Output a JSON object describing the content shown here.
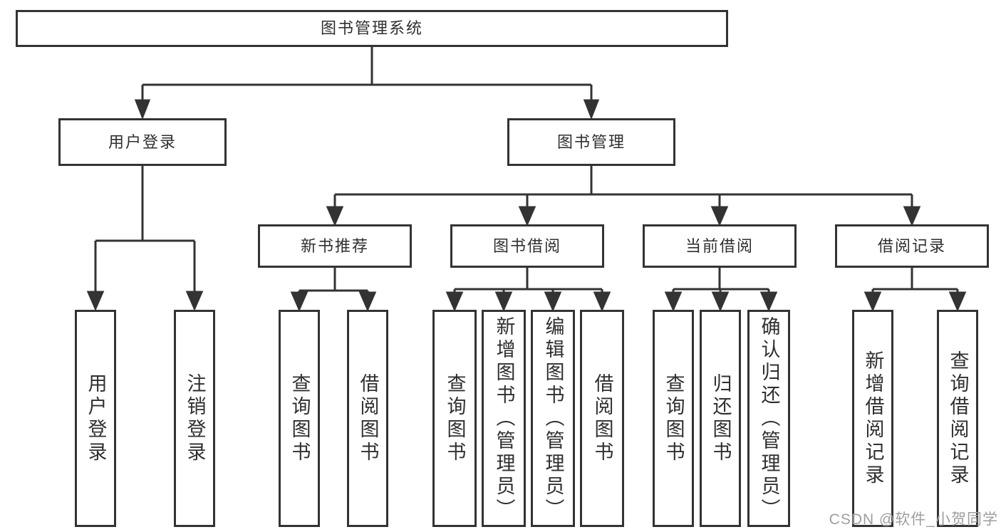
{
  "colors": {
    "box_border": "#333333",
    "box_fill": "#ffffff",
    "line": "#333333",
    "text": "#2f2f2f",
    "watermark": "#9e9e9e"
  },
  "tree": {
    "label": "图书管理系统",
    "children": [
      {
        "label": "用户登录",
        "children": [
          {
            "label": "用户登录"
          },
          {
            "label": "注销登录"
          }
        ]
      },
      {
        "label": "图书管理",
        "children": [
          {
            "label": "新书推荐",
            "children": [
              {
                "label": "查询图书"
              },
              {
                "label": "借阅图书"
              }
            ]
          },
          {
            "label": "图书借阅",
            "children": [
              {
                "label": "查询图书"
              },
              {
                "label": "新增图书（管理员）"
              },
              {
                "label": "编辑图书（管理员）"
              },
              {
                "label": "借阅图书"
              }
            ]
          },
          {
            "label": "当前借阅",
            "children": [
              {
                "label": "查询图书"
              },
              {
                "label": "归还图书"
              },
              {
                "label": "确认归还（管理员）"
              }
            ]
          },
          {
            "label": "借阅记录",
            "children": [
              {
                "label": "新增借阅记录"
              },
              {
                "label": "查询借阅记录"
              }
            ]
          }
        ]
      }
    ]
  },
  "watermark": {
    "text": "CSDN @软件_小贺同学"
  }
}
